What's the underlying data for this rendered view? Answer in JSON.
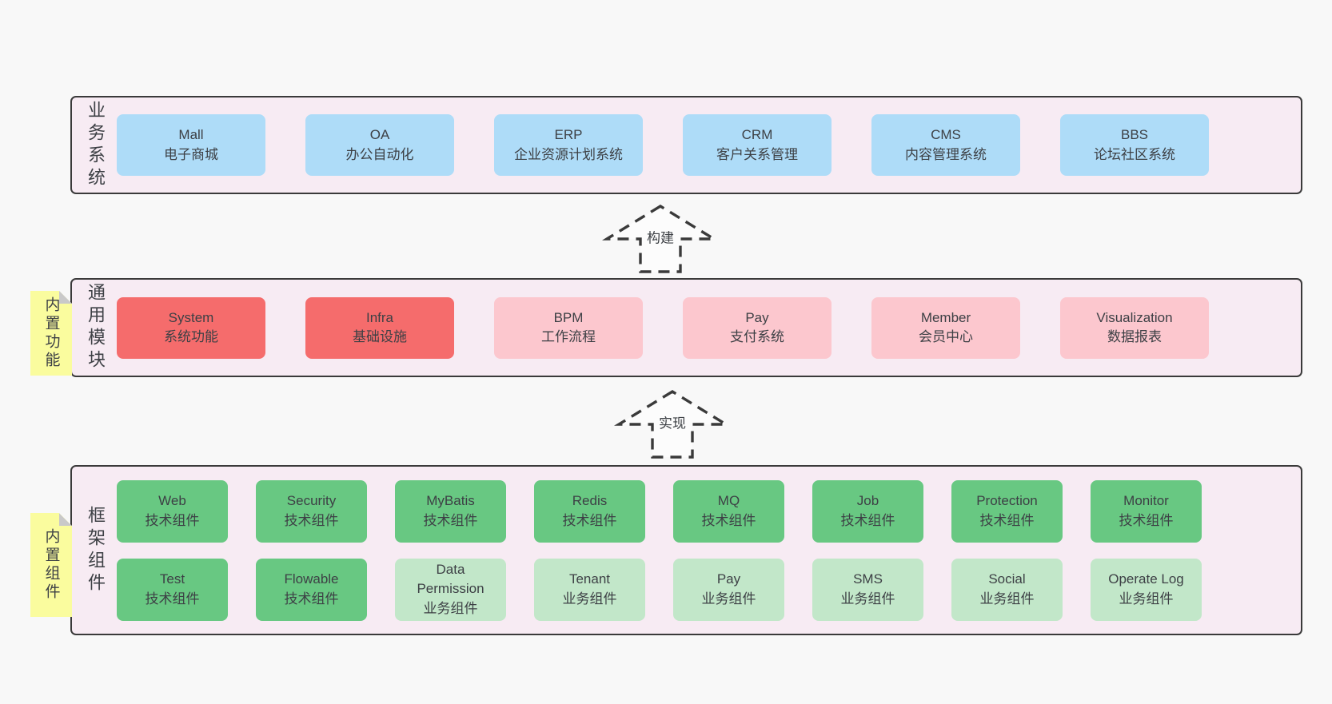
{
  "colors": {
    "blue": "#aedcf8",
    "red": "#f56c6c",
    "pink": "#fcc7ce",
    "green": "#68c882",
    "greenLight": "#c2e7c9",
    "bandBg": "#f7ebf3",
    "stickyYellow": "#fafc9e",
    "border": "#3a3a3a",
    "text": "#3d4045",
    "pageBg": "#f8f8f8"
  },
  "arrows": [
    {
      "label": "构建"
    },
    {
      "label": "实现"
    }
  ],
  "bands": [
    {
      "label": "业务系统",
      "sticky": null,
      "rows": [
        [
          {
            "title": "Mall",
            "subtitle": "电子商城",
            "variant": "blue"
          },
          {
            "title": "OA",
            "subtitle": "办公自动化",
            "variant": "blue"
          },
          {
            "title": "ERP",
            "subtitle": "企业资源计划系统",
            "variant": "blue"
          },
          {
            "title": "CRM",
            "subtitle": "客户关系管理",
            "variant": "blue"
          },
          {
            "title": "CMS",
            "subtitle": "内容管理系统",
            "variant": "blue"
          },
          {
            "title": "BBS",
            "subtitle": "论坛社区系统",
            "variant": "blue"
          }
        ]
      ]
    },
    {
      "label": "通用模块",
      "sticky": "内置功能",
      "rows": [
        [
          {
            "title": "System",
            "subtitle": "系统功能",
            "variant": "red"
          },
          {
            "title": "Infra",
            "subtitle": "基础设施",
            "variant": "red"
          },
          {
            "title": "BPM",
            "subtitle": "工作流程",
            "variant": "pink"
          },
          {
            "title": "Pay",
            "subtitle": "支付系统",
            "variant": "pink"
          },
          {
            "title": "Member",
            "subtitle": "会员中心",
            "variant": "pink"
          },
          {
            "title": "Visualization",
            "subtitle": "数据报表",
            "variant": "pink"
          }
        ]
      ]
    },
    {
      "label": "框架组件",
      "sticky": "内置组件",
      "rows": [
        [
          {
            "title": "Web",
            "subtitle": "技术组件",
            "variant": "green"
          },
          {
            "title": "Security",
            "subtitle": "技术组件",
            "variant": "green"
          },
          {
            "title": "MyBatis",
            "subtitle": "技术组件",
            "variant": "green"
          },
          {
            "title": "Redis",
            "subtitle": "技术组件",
            "variant": "green"
          },
          {
            "title": "MQ",
            "subtitle": "技术组件",
            "variant": "green"
          },
          {
            "title": "Job",
            "subtitle": "技术组件",
            "variant": "green"
          },
          {
            "title": "Protection",
            "subtitle": "技术组件",
            "variant": "green"
          },
          {
            "title": "Monitor",
            "subtitle": "技术组件",
            "variant": "green"
          }
        ],
        [
          {
            "title": "Test",
            "subtitle": "技术组件",
            "variant": "green"
          },
          {
            "title": "Flowable",
            "subtitle": "技术组件",
            "variant": "green"
          },
          {
            "title": "Data Permission",
            "subtitle": "业务组件",
            "variant": "green-light"
          },
          {
            "title": "Tenant",
            "subtitle": "业务组件",
            "variant": "green-light"
          },
          {
            "title": "Pay",
            "subtitle": "业务组件",
            "variant": "green-light"
          },
          {
            "title": "SMS",
            "subtitle": "业务组件",
            "variant": "green-light"
          },
          {
            "title": "Social",
            "subtitle": "业务组件",
            "variant": "green-light"
          },
          {
            "title": "Operate Log",
            "subtitle": "业务组件",
            "variant": "green-light"
          }
        ]
      ]
    }
  ]
}
